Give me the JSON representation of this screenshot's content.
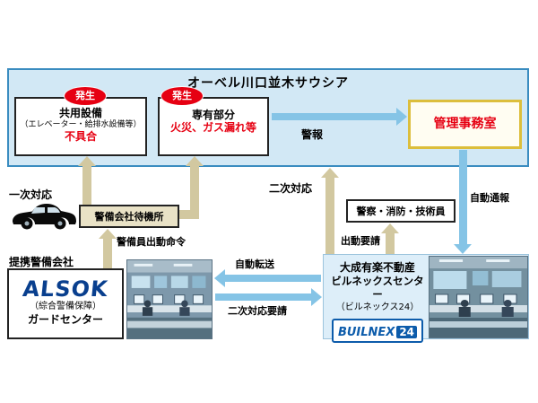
{
  "colors": {
    "container-bg": "#d2e8f5",
    "container-border": "#3a8cc0",
    "beige": "#d2c8a0",
    "blue-arrow": "#85c4e6",
    "red": "#e60012",
    "alsok-blue": "#093f8e",
    "builnex-blue": "#0d5cab",
    "kanri-border": "#dcbe3c",
    "kanri-text": "#e60012",
    "right-box-bg": "#ddeef9",
    "standby-bg": "#e9e2c6"
  },
  "building": {
    "title": "オーベル川口並木サウシア",
    "occur_badge": "発生",
    "common_box": {
      "line1": "共用設備",
      "line2": "（エレベーター・給排水設備等）",
      "line3": "不具合"
    },
    "private_box": {
      "line1": "専有部分",
      "line2": "火災、ガス漏れ等"
    },
    "office_box": "管理事務室"
  },
  "labels": {
    "alarm": "警報",
    "primary_response": "一次対応",
    "secondary_response": "二次対応",
    "auto_report": "自動通報",
    "guard_dispatch_order": "警備員出動命令",
    "dispatch_request": "出動要請",
    "auto_transfer": "自動転送",
    "secondary_request": "二次対応要請",
    "partner_company": "提携警備会社"
  },
  "nodes": {
    "standby": "警備会社待機所",
    "police": "警察・消防・技術員",
    "alsok": {
      "logo": "ALSOK",
      "line1": "（綜合警備保障）",
      "line2": "ガードセンター"
    },
    "builnex": {
      "line1": "大成有楽不動産",
      "line2": "ビルネックスセンター",
      "line3": "（ビルネックス24）",
      "logo_text": "BUILNEX",
      "logo_24": "24"
    }
  }
}
